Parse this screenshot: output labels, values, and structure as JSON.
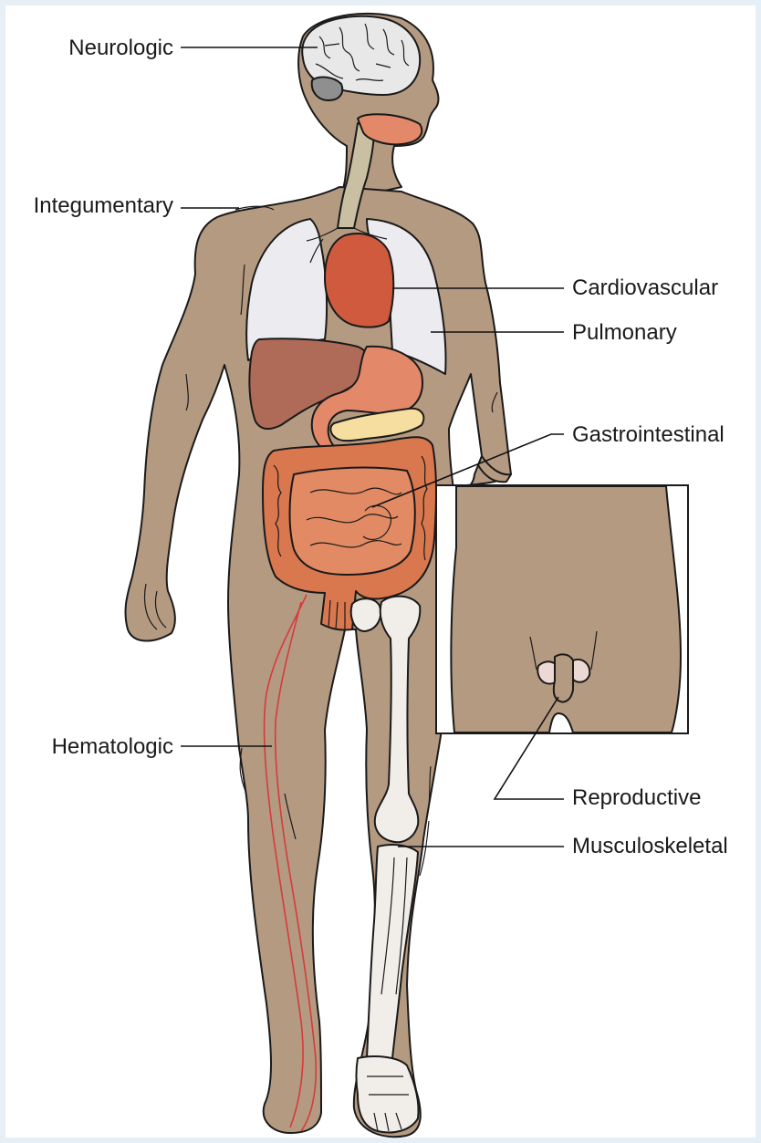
{
  "labels": {
    "neurologic": "Neurologic",
    "integumentary": "Integumentary",
    "cardiovascular": "Cardiovascular",
    "pulmonary": "Pulmonary",
    "gastrointestinal": "Gastrointestinal",
    "hematologic": "Hematologic",
    "reproductive": "Reproductive",
    "musculoskeletal": "Musculoskeletal"
  },
  "colors": {
    "skin": "#b59a82",
    "lungs": "#ecebef",
    "heart": "#cf5a3e",
    "liver": "#b06b58",
    "stomach": "#e3896a",
    "intestine": "#d9774f",
    "pancreas": "#f5dea0",
    "bone": "#f1eeea",
    "vessel": "#d63a3a",
    "trachea": "#c9c0a4",
    "brain": "#e8e8e8"
  }
}
